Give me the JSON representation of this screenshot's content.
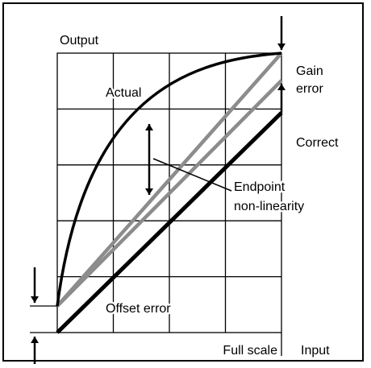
{
  "labels": {
    "output": "Output",
    "input": "Input",
    "full_scale": "Full scale",
    "actual": "Actual",
    "gain_error_line1": "Gain",
    "gain_error_line2": "error",
    "correct": "Correct",
    "endpoint_line1": "Endpoint",
    "endpoint_line2": "non-linearity",
    "offset_error": "Offset error"
  },
  "colors": {
    "border": "#000000",
    "grid": "#000000",
    "correct_line": "#000000",
    "actual_curve": "#000000",
    "gray_lines": "#8c8c8c",
    "arrows": "#000000",
    "text": "#000000"
  },
  "icons": {
    "arrow": "arrow-icon"
  }
}
